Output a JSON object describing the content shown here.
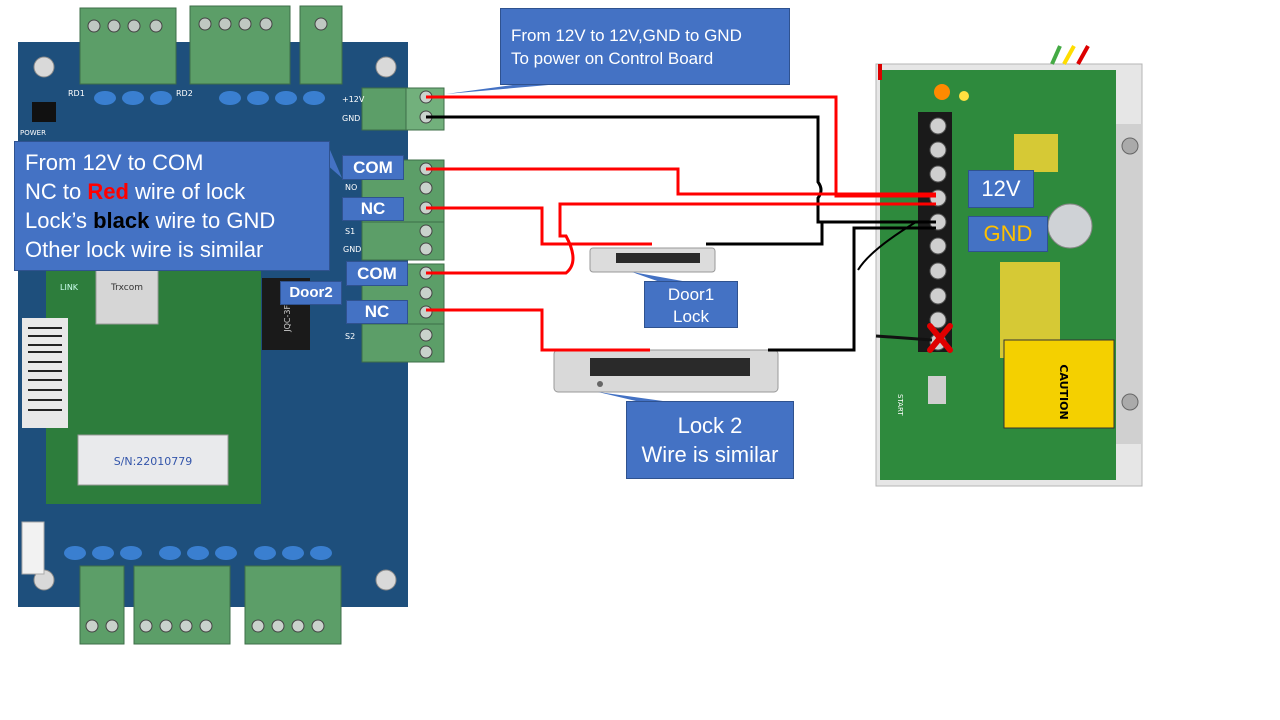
{
  "callouts": {
    "power": [
      "From 12V to 12V,GND to GND",
      "To power on Control Board"
    ],
    "wiring": {
      "line1": "From 12V to COM",
      "line2": {
        "pre": "NC to ",
        "hl": "Red",
        "post": " wire of lock"
      },
      "line3": {
        "pre": "Lock’s ",
        "hl": "black",
        "post": " wire to GND"
      },
      "line4": "Other lock wire is similar"
    },
    "door1": [
      "Door1",
      "Lock"
    ],
    "lock2": [
      "Lock 2",
      "Wire is similar"
    ]
  },
  "tags": {
    "com1": "COM",
    "nc1": "NC",
    "com2": "COM",
    "nc2": "NC",
    "door2": "Door2",
    "v12": "12V",
    "gnd": "GND"
  },
  "board_labels": {
    "serial": "S/N:22010779",
    "chip": "Trxcom",
    "power_label": "POWER",
    "plus12": "+12V",
    "gnd_pin": "GND",
    "s1": "S1",
    "s2": "S2",
    "no": "NO",
    "gnd": "GND",
    "relay": "JQC-3FF",
    "rd1": "RD1",
    "rd2": "RD2",
    "link": "LINK"
  },
  "psu_labels": {
    "caution": "CAUTION",
    "start": "START"
  },
  "colors": {
    "callout_bg": "#4472c4",
    "pcb_blue": "#1e4f7c",
    "pcb_green": "#2d7d3c",
    "terminal_green": "#5c9e68",
    "wire_red": "#ff0000",
    "wire_black": "#000000",
    "gnd_text": "#ffc000"
  }
}
